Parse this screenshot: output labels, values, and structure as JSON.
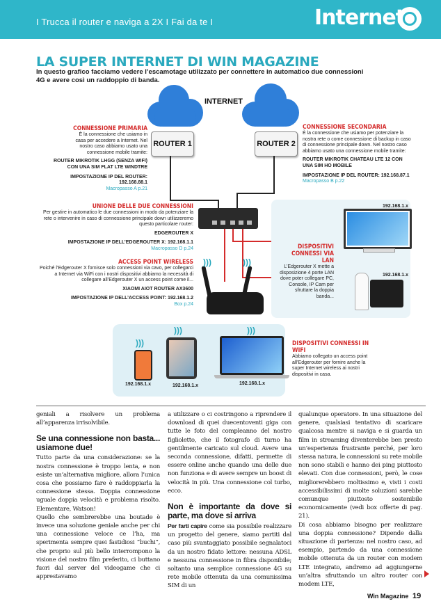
{
  "header": {
    "breadcrumb": "I Trucca il router e naviga a 2X I Fai da te I",
    "section": "Internet"
  },
  "figure": {
    "title": "LA SUPER INTERNET DI WIN MAGAZINE",
    "intro": "In questo grafico facciamo vedere l’escamotage utilizzato per connettere in automatico due connessioni 4G e avere così un raddoppio di banda.",
    "internet_label": "INTERNET",
    "router1_label": "ROUTER 1",
    "router2_label": "ROUTER 2",
    "primary": {
      "heading": "CONNESSIONE PRIMARIA",
      "text": "È la connessione che usiamo in casa per accedere a Internet. Nel nostro caso abbiamo usato una connessione mobile tramite:",
      "device": "ROUTER MIKROTIK LHGG (SENZA WIFI) CON UNA SIM FLAT LTE WINDTRE",
      "ip": "IMPOSTAZIONE IP DEL ROUTER: 192.168.88.1",
      "ref": "Macropasso A p.21"
    },
    "secondary": {
      "heading": "CONNESSIONE SECONDARIA",
      "text": "È la connessione che usiamo per potenziare la nostra rete o come connessione di backup in caso di connessione principale down. Nel nostro caso abbiamo usato una connessione mobile tramite:",
      "device": "ROUTER MIKROTIK CHATEAU LTE 12 CON UNA SIM HO MOBILE",
      "ip": "IMPOSTAZIONE IP DEL ROUTER: 192.168.87.1",
      "ref": "Macropasso B p.22"
    },
    "union": {
      "heading": "UNIONE DELLE DUE CONNESSIONI",
      "text": "Per gestire in automatico le due connessioni in modo da potenziare la rete o intervenire in caso di connessione principale down utilizzeremo questo particolare router:",
      "device": "EDGEROUTER X",
      "ip": "IMPOSTAZIONE IP DELL’EDGEROUTER X: 192.168.1.1",
      "ref": "Macropasso D p.24"
    },
    "ap": {
      "heading": "ACCESS POINT WIRELESS",
      "text": "Poiché l’Edgerouter X fornisce solo connessioni via cavo, per collegarci a Internet via WiFi con i nostri dispositivi abbiamo la necessità di collegare all’Edgerouter X un access point come il...",
      "device": "XIAOMI AIOT ROUTER AX3600",
      "ip": "IMPOSTAZIONE IP DELL’ACCESS POINT: 192.168.1.2",
      "ref": "Box p.24"
    },
    "lan": {
      "heading": "DISPOSITIVI CONNESSI VIA LAN",
      "text": "L’Edgerouter X mette a disposizione 4 porte LAN dove poter collegare PC, Console, IP Cam per sfruttare la doppia banda...",
      "ip_pc": "192.168.1.x",
      "ip_console": "192.168.1.x"
    },
    "wifi": {
      "heading": "DISPOSITIVI CONNESSI IN WIFI",
      "text": "Abbiamo collegato un access point all’Edgerouter per fornire anche la super Internet wireless ai nostri dispositivi in casa.",
      "ip_phone": "192.168.1.x",
      "ip_tablet": "192.168.1.x",
      "ip_laptop": "192.168.1.x"
    }
  },
  "article": {
    "col1_p1": "geniali a risolvere un problema all’apparenza irrisolvibile.",
    "col1_h1": "Se una connessione non basta... usiamone due!",
    "col1_p2": "Tutto parte da una considerazione: se la nostra connessione è troppo lenta, e non esiste un’alternativa migliore, allora l’unica cosa che possiamo fare è raddoppiarla la connessione stessa. Doppia connessione uguale doppia velocità e problema risolto. Elementare, Watson!",
    "col1_p3": "Quello che sembrerebbe una boutade è invece una soluzione geniale anche per chi una connessione veloce ce l’ha, ma sperimenta sempre quei fastidiosi “buchi”, che proprio sul più bello interrompono la visione del nostro film preferito, ci buttano fuori dal server del videogame che ci apprestavamo",
    "col2_p1": "a utilizzare o ci costringono a riprendere il download di quei duecentoventi giga con tutte le foto del compleanno del nostro figlioletto, che il fotografo di turno ha gentilmente caricato sul cloud. Avere una seconda connessione, difatti, permette di essere online anche quando una delle due non funziona e di avere sempre un boost di velocità in più. Una connessione col turbo, ecco.",
    "col2_h1": "Non è importante da dove si parte, ma dove si arriva",
    "col2_p2_lead": "Per farti capire",
    "col2_p2": " come sia possibile realizzare un progetto del genere, siamo partiti dal caso più svantaggiato possibile segnalatoci da un nostro fidato lettore: nessuna ADSL e nessuna connessione in fibra disponibile; soltanto una semplice connessione 4G su rete mobile ottenuta da una comunissima SIM di un",
    "col3_p1": "qualunque operatore. In una situazione del genere, qualsiasi tentativo di scaricare qualcosa mentre si naviga e si guarda un film in streaming diventerebbe ben presto un’esperienza frustrante perché, per loro stessa natura, le connessioni su rete mobile non sono stabili e hanno dei ping piuttosto elevati. Con due connessioni, però, le cose migliorerebbero moltissimo e, visti i costi accessibilissimi di molte soluzioni sarebbe comunque piuttosto sostenibile economicamente (vedi box offerte di pag. 21).",
    "col3_p2": "Di cosa abbiamo bisogno per realizzare una doppia connessione? Dipende dalla situazione di partenza: nel nostro caso, ad esempio, partendo da una connessione mobile ottenuta da un router con modem LTE integrato, andremo ad aggiungerne un’altra sfruttando un altro router con modem LTE,"
  },
  "footer": {
    "magazine": "Win Magazine",
    "page": "19"
  },
  "colors": {
    "accent": "#2fb6c9",
    "red": "#d42b2b",
    "cloud": "#2f7fd9"
  }
}
